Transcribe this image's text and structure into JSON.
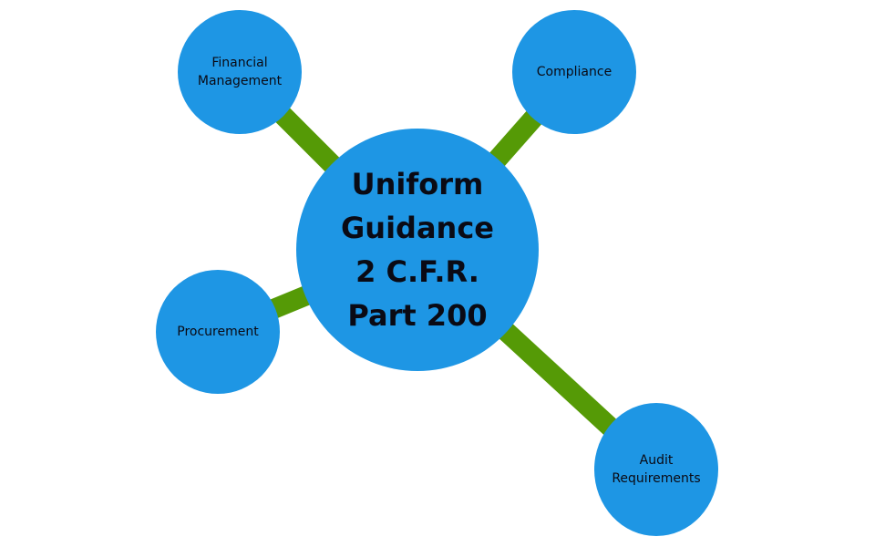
{
  "colors": {
    "node_fill": "#1e96e4",
    "connector": "#559a06",
    "text": "#0a0a14"
  },
  "center": {
    "lines": [
      "Uniform",
      "Guidance",
      "2 C.F.R.",
      "Part 200"
    ]
  },
  "branches": [
    {
      "lines": [
        "Financial",
        "Management"
      ]
    },
    {
      "lines": [
        "Compliance"
      ]
    },
    {
      "lines": [
        "Procurement"
      ]
    },
    {
      "lines": [
        "Audit",
        "Requirements"
      ]
    }
  ]
}
